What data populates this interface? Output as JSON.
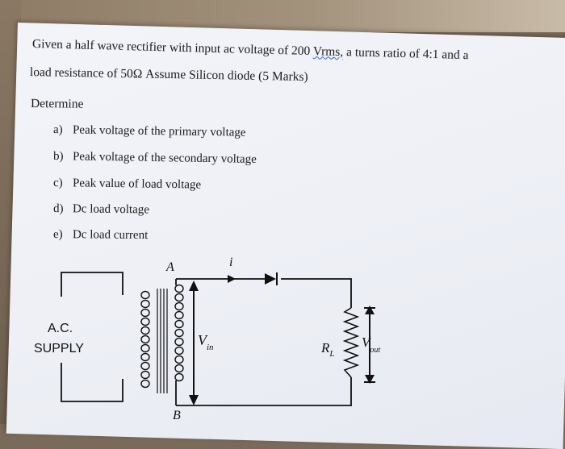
{
  "question": {
    "line1_a": "Given a half wave rectifier with input ac voltage of 200 ",
    "line1_vrms": "Vrms,",
    "line1_b": " a turns ratio of 4:1 and a",
    "line2": "load resistance of 50Ω Assume Silicon diode (5 Marks)",
    "determine": "Determine",
    "items": [
      {
        "label": "a)",
        "text": "Peak voltage of the primary voltage"
      },
      {
        "label": "b)",
        "text": "Peak voltage of the secondary voltage"
      },
      {
        "label": "c)",
        "text": "Peak value of load voltage"
      },
      {
        "label": "d)",
        "text": "Dc load voltage"
      },
      {
        "label": "e)",
        "text": "Dc load current"
      }
    ]
  },
  "circuit": {
    "node_a": "A",
    "node_b": "B",
    "current": "i",
    "supply_line1": "A.C.",
    "supply_line2": "SUPPLY",
    "vin_main": "V",
    "vin_sub": "in",
    "rl_main": "R",
    "rl_sub": "L",
    "vout_main": "V",
    "vout_sub": "out"
  }
}
